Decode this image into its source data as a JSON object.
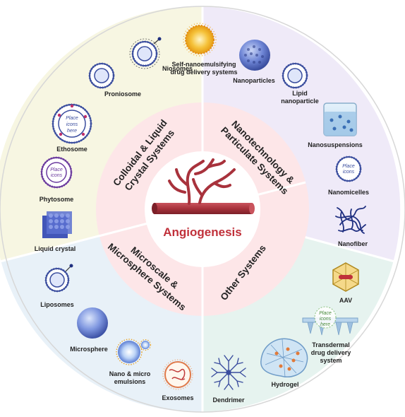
{
  "center": {
    "title": "Angiogenesis"
  },
  "quadrants": {
    "colloidal": {
      "title_line1": "Colloidal & Liquid",
      "title_line2": "Crystal Systems"
    },
    "nano": {
      "title_line1": "Nanotechnology &",
      "title_line2": "Particulate Systems"
    },
    "micro": {
      "title_line1": "Microscale &",
      "title_line2": "Microsphere Systems"
    },
    "other": {
      "title": "Other Systems"
    }
  },
  "items": {
    "self_nano_line1": "Self-nanoemulsifying",
    "self_nano_line2": "drug delivery systems",
    "niosomes": "Niosomes",
    "proniosome": "Proniosome",
    "ethosome": "Ethosome",
    "phytosome": "Phytosome",
    "liquid_crystal": "Liquid crystal",
    "nanoparticles": "Nanoparticles",
    "lipid_np_line1": "Lipid",
    "lipid_np_line2": "nanoparticle",
    "nanosuspensions": "Nanosuspensions",
    "nanomicelles": "Nanomicelles",
    "nanofiber": "Nanofiber",
    "liposomes": "Liposomes",
    "microsphere": "Microsphere",
    "nano_micro_line1": "Nano & micro",
    "nano_micro_line2": "emulsions",
    "exosomes": "Exosomes",
    "aav": "AAV",
    "transdermal_line1": "Transdermal",
    "transdermal_line2": "drug delivery",
    "transdermal_line3": "system",
    "hydrogel": "Hydrogel",
    "dendrimer": "Dendrimer"
  },
  "placeholders": {
    "line1": "Place",
    "line2": "icons",
    "line3": "here"
  },
  "colors": {
    "colloidal_bg": "#f7f6e2",
    "nano_bg": "#efeaf8",
    "micro_bg": "#e8f1f8",
    "other_bg": "#e6f3ef",
    "inner_ring": "#fde6e8",
    "vessel": "#a8323c",
    "title_red": "#c0303a"
  }
}
